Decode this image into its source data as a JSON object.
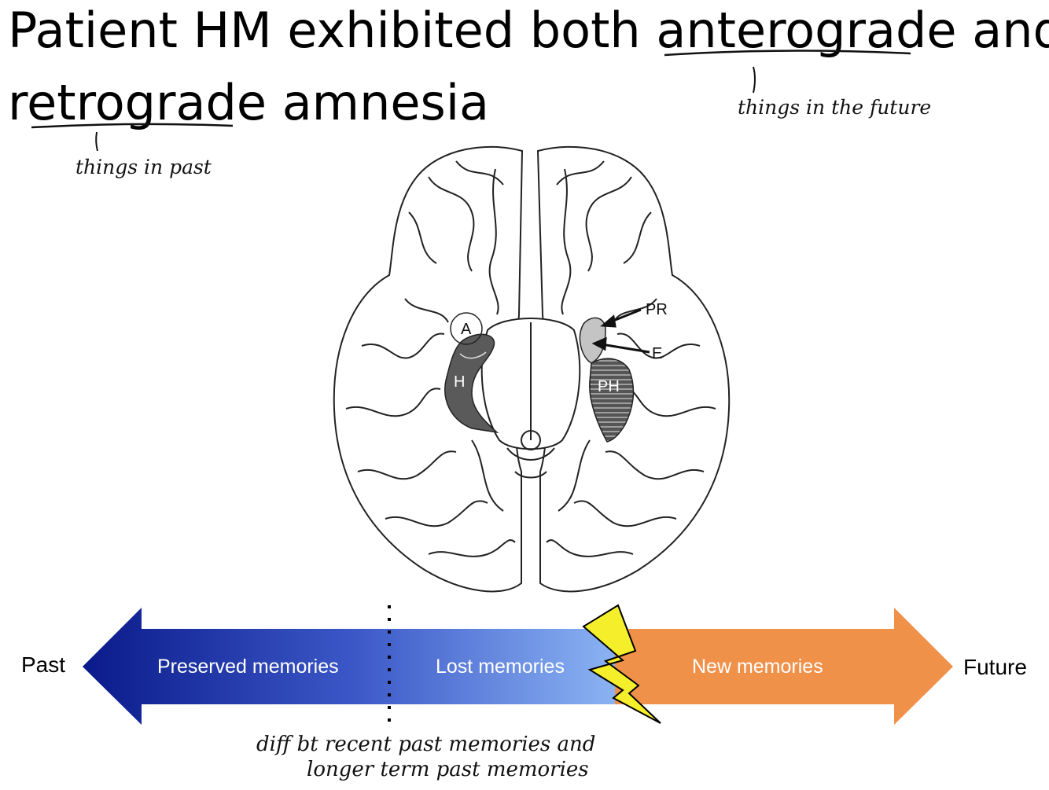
{
  "title": {
    "line1": "Patient HM exhibited both anterograde and",
    "line2": "retrograde amnesia"
  },
  "annotations": {
    "future_note": "things in the future",
    "past_note": "things in past",
    "bottom_note_line1": "diff bt recent past memories and",
    "bottom_note_line2": "longer term past memories"
  },
  "brain": {
    "labels": {
      "amygdala": "A",
      "hippocampus": "H",
      "perirhinal": "PR",
      "entorhinal": "E",
      "parahippocampal": "PH"
    }
  },
  "timeline": {
    "past_label": "Past",
    "future_label": "Future",
    "preserved_label": "Preserved memories",
    "lost_label": "Lost memories",
    "new_label": "New memories"
  },
  "colors": {
    "past_arrow_dark": "#0a1a8a",
    "past_arrow_light": "#8fb8f5",
    "future_arrow": "#f0914a",
    "lightning": "#f4ef2a",
    "hippocampus_fill": "#5a5a5a",
    "entorhinal_fill": "#c4c4c4"
  }
}
